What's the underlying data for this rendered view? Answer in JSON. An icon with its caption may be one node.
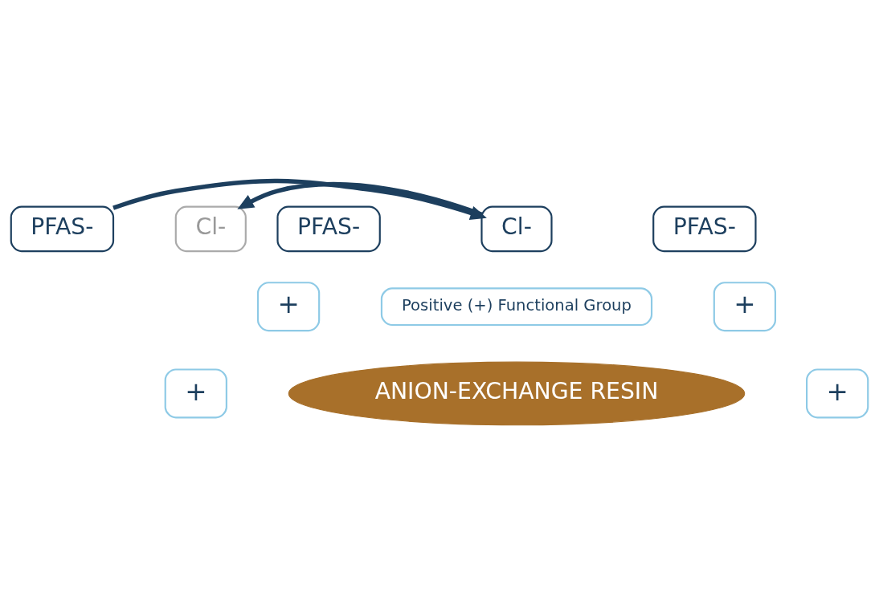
{
  "diagram": {
    "nodes": [
      {
        "text": [
          "PFAS-"
        ]
      },
      {
        "text": [
          "Cl-"
        ]
      },
      {
        "text": [
          "Cl-"
        ]
      },
      {
        "text": [
          "PFAS-"
        ]
      },
      {
        "text": [
          "PFAS-"
        ]
      },
      {
        "text": [
          "+"
        ]
      },
      {
        "text": [
          "Positive (+) Functional Group"
        ]
      },
      {
        "text": [
          "+"
        ]
      },
      {
        "text": [
          "+"
        ]
      },
      {
        "text": [
          "ANION-EXCHANGE RESIN"
        ]
      },
      {
        "text": [
          "+"
        ]
      }
    ],
    "edges": [
      {
        "from": 0,
        "to": 2,
        "arrow": "to"
      },
      {
        "from": 2,
        "to": 1,
        "arrow": "to"
      }
    ]
  }
}
